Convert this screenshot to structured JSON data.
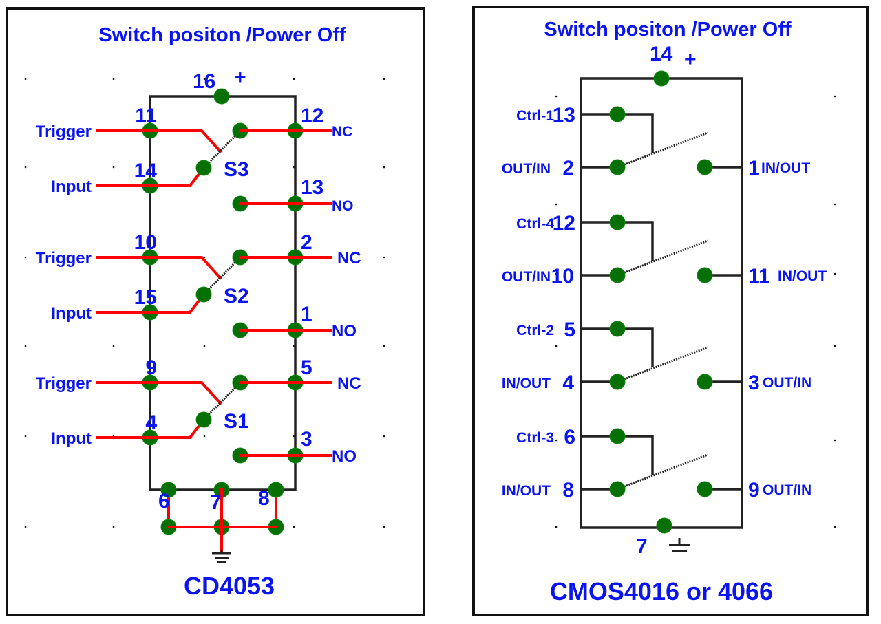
{
  "panels": [
    {
      "id": "cd4053",
      "title": "Switch positon /Power Off",
      "chip_name": "CD4053",
      "power_pin": "16",
      "power_symbol": "+",
      "ground_pins": [
        "6",
        "7",
        "8"
      ],
      "switches": [
        {
          "name": "S3",
          "trigger_label": "Trigger",
          "trigger_pin": "11",
          "input_label": "Input",
          "input_pin": "14",
          "nc_pin": "12",
          "nc_label": "NC",
          "no_pin": "13",
          "no_label": "NO"
        },
        {
          "name": "S2",
          "trigger_label": "Trigger",
          "trigger_pin": "10",
          "input_label": "Input",
          "input_pin": "15",
          "nc_pin": "2",
          "nc_label": "NC",
          "no_pin": "1",
          "no_label": "NO"
        },
        {
          "name": "S1",
          "trigger_label": "Trigger",
          "trigger_pin": "9",
          "input_label": "Input",
          "input_pin": "4",
          "nc_pin": "5",
          "nc_label": "NC",
          "no_pin": "3",
          "no_label": "NO"
        }
      ]
    },
    {
      "id": "cmos4016",
      "title": "Switch positon /Power Off",
      "chip_name": "CMOS4016 or 4066",
      "power_pin": "14",
      "power_symbol": "+",
      "ground_pin": "7",
      "switches": [
        {
          "ctrl_label": "Ctrl-1",
          "ctrl_pin": "13",
          "left_label": "OUT/IN",
          "left_pin": "2",
          "right_pin": "1",
          "right_label": "IN/OUT"
        },
        {
          "ctrl_label": "Ctrl-4",
          "ctrl_pin": "12",
          "left_label": "OUT/IN",
          "left_pin": "10",
          "right_pin": "11",
          "right_label": "IN/OUT"
        },
        {
          "ctrl_label": "Ctrl-2",
          "ctrl_pin": "5",
          "left_label": "IN/OUT",
          "left_pin": "4",
          "right_pin": "3",
          "right_label": "OUT/IN"
        },
        {
          "ctrl_label": "Ctrl-3",
          "ctrl_pin": "6",
          "left_label": "IN/OUT",
          "left_pin": "8",
          "right_pin": "9",
          "right_label": "OUT/IN"
        }
      ]
    }
  ]
}
